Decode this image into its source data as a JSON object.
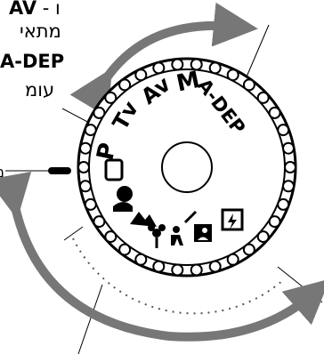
{
  "captions": {
    "line1_mode": "AV",
    "line1_sep": " - ו",
    "line2": "מתאי",
    "line3_mode": "A-DEP",
    "line4": "עומ",
    "pointer_label": "מ"
  },
  "dial": {
    "modes": [
      "P",
      "Tv",
      "Av",
      "M",
      "A-DEP"
    ],
    "basic_zone_icons": [
      "full-auto-square-icon",
      "portrait-icon",
      "landscape-icon",
      "close-up-icon",
      "sports-icon",
      "night-portrait-icon",
      "flash-off-icon"
    ]
  },
  "colors": {
    "arrow": "#777777",
    "dial": "#000000",
    "background": "#ffffff"
  }
}
